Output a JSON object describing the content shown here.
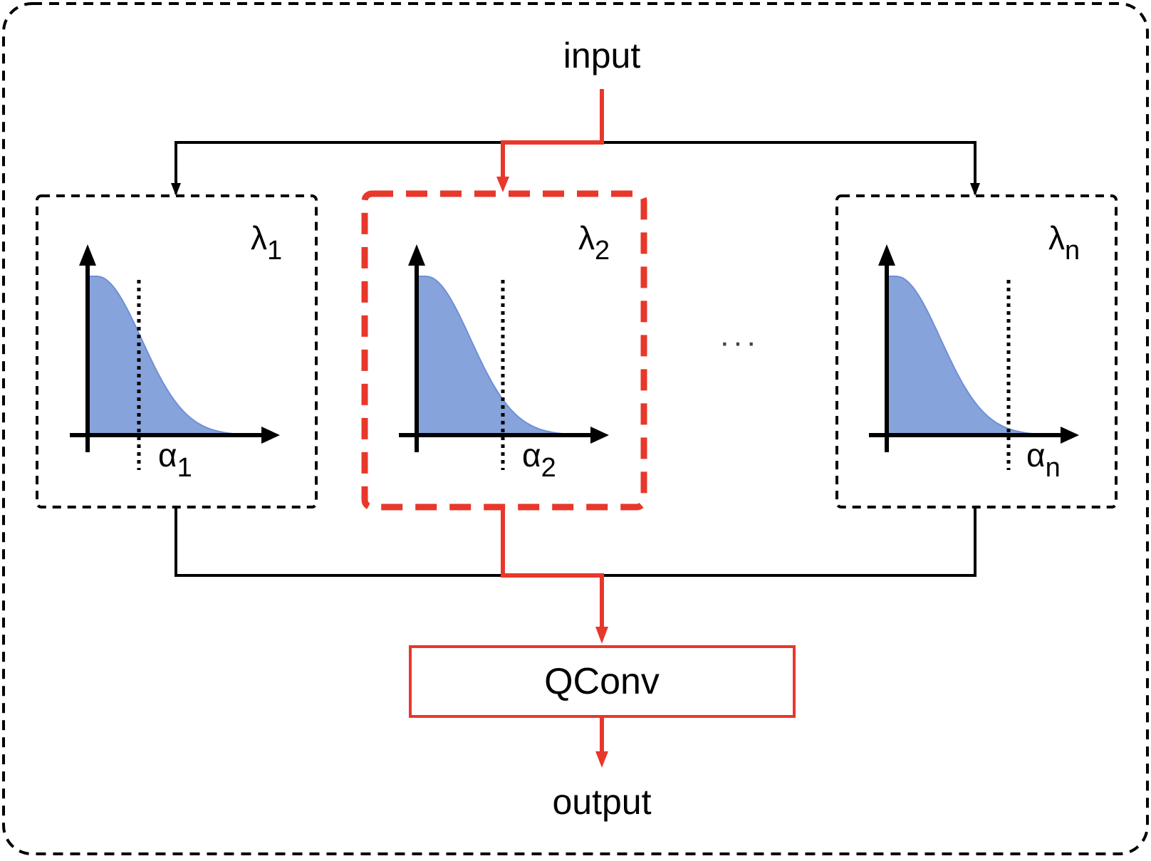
{
  "diagram": {
    "input_label": "input",
    "output_label": "output",
    "qconv_label": "QConv",
    "ellipsis": "···",
    "colors": {
      "highlight": "#e8372b",
      "distribution_fill": "#87a3db",
      "distribution_stroke": "#6f8fd6",
      "line": "#000000"
    },
    "panels": [
      {
        "lambda": "λ",
        "lambda_sub": "1",
        "alpha": "α",
        "alpha_sub": "1",
        "selected": false,
        "threshold_position": 0.27
      },
      {
        "lambda": "λ",
        "lambda_sub": "2",
        "alpha": "α",
        "alpha_sub": "2",
        "selected": true,
        "threshold_position": 0.5
      },
      {
        "lambda": "λ",
        "lambda_sub": "n",
        "alpha": "α",
        "alpha_sub": "n",
        "selected": false,
        "threshold_position": 0.73
      }
    ]
  }
}
